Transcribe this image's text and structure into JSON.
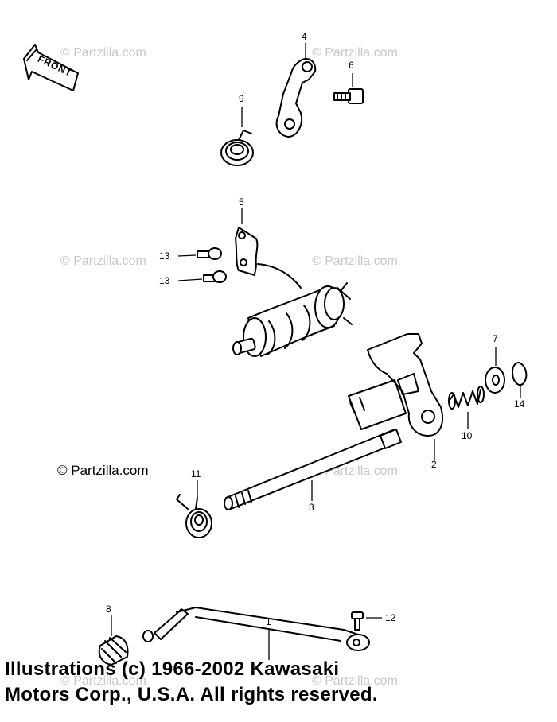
{
  "watermark_text": "© Partzilla.com",
  "credit_text": "© Partzilla.com",
  "front_label": "FRONT",
  "callouts": {
    "p1": "1",
    "p2": "2",
    "p3": "3",
    "p4": "4",
    "p5": "5",
    "p6": "6",
    "p7": "7",
    "p8": "8",
    "p9": "9",
    "p10": "10",
    "p11": "11",
    "p12": "12",
    "p13a": "13",
    "p13b": "13",
    "p14": "14"
  },
  "copyright": {
    "line1": "Illustrations (c) 1966-2002 Kawasaki",
    "line2": "Motors Corp., U.S.A.  All rights reserved."
  },
  "colors": {
    "ink": "#000000",
    "watermark": "#c8c8c8",
    "background": "#ffffff"
  }
}
